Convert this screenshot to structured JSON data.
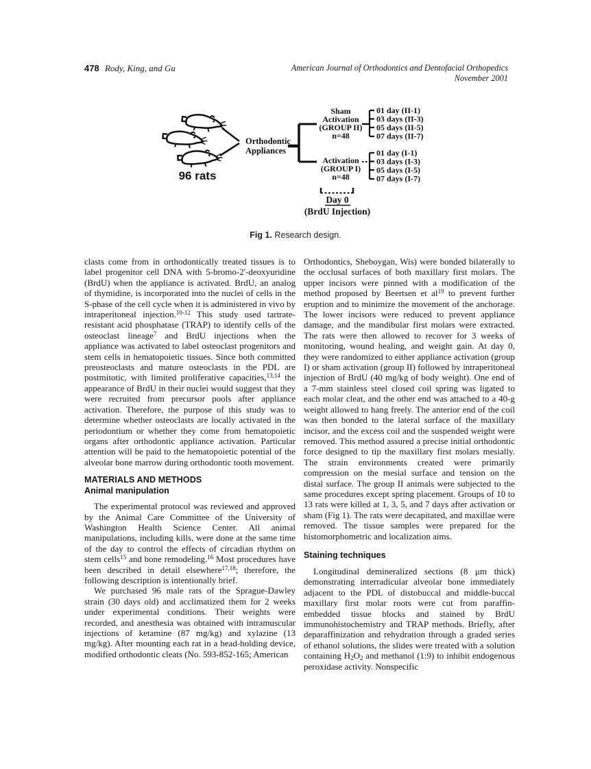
{
  "header": {
    "page_number": "478",
    "authors": "Rody, King, and Gu",
    "journal": "American Journal of Orthodontics and Dentofacial Orthopedics",
    "issue": "November 2001"
  },
  "figure": {
    "rats_label": "96 rats",
    "appliances_line1": "Orthodontic",
    "appliances_line2": "Appliances",
    "group2": {
      "line1": "Sham",
      "line2": "Activation",
      "line3": "(GROUP II)",
      "line4": "n=48",
      "items": [
        "01 day (II-1)",
        "03 days (II-3)",
        "05 days (II-5)",
        "07 days (II-7)"
      ]
    },
    "group1": {
      "line1": "Activation",
      "line2": "(GROUP I)",
      "line3": "n=48",
      "items": [
        "01 day (I-1)",
        "03 days (I-3)",
        "05 days (I-5)",
        "07 days (I-7)"
      ]
    },
    "day0_label": "Day 0",
    "day0_sub": "(BrdU Injection)",
    "caption_label": "Fig 1.",
    "caption_text": " Research design."
  },
  "content": {
    "left": {
      "p1": [
        "clasts come from in orthodontically treated tissues is to label progenitor cell DNA with 5-bromo-2'-deoxyuridine (BrdU) when the appliance is activated. BrdU, an analog of thymidine, is incorporated into the nuclei of cells in the S-phase of the cell cycle when it is administered in vivo by intraperitoneal injection.",
        {
          "tag": "sup",
          "text": "10-12"
        },
        " This study used tartrate-resistant acid phosphatase (TRAP) to identify cells of the osteoclast lineage",
        {
          "tag": "sup",
          "text": "7"
        },
        " and BrdU injections when the appliance was activated to label osteoclast progenitors and stem cells in hematopoietic tissues. Since both committed preosteoclasts and mature osteoclasts in the PDL are postmitotic, with limited proliferative capacities,",
        {
          "tag": "sup",
          "text": "13,14"
        },
        " the appearance of BrdU in their nuclei would suggest that they were recruited from precursor pools after appliance activation. Therefore, the purpose of this study was to determine whether osteoclasts are locally activated in the periodontium or whether they come from hematopoietic organs after orthodontic appliance activation. Particular attention will be paid to the hematopoietic potential of the alveolar bone marrow during orthodontic tooth movement."
      ],
      "heading_materials": "MATERIALS AND METHODS",
      "heading_animal": "Animal manipulation",
      "p2": [
        "The experimental protocol was reviewed and approved by the Animal Care Committee of the University of Washington Health Science Center. All animal manipulations, including kills, were done at the same time of the day to control the effects of circadian rhythm on stem cells",
        {
          "tag": "sup",
          "text": "15"
        },
        " and bone remodeling.",
        {
          "tag": "sup",
          "text": "16"
        },
        " Most procedures have been described in detail elsewhere",
        {
          "tag": "sup",
          "text": "17,18"
        },
        "; therefore, the following description is intentionally brief."
      ],
      "p3": [
        "We purchased 96 male rats of the Sprague-Dawley strain (30 days old) and acclimatized them for 2 weeks under experimental conditions. Their weights were recorded, and anesthesia was obtained with intramuscular injections of ketamine (87 mg/kg) and xylazine (13 mg/kg). After mounting each rat in a head-holding device, modified orthodontic cleats (No. 593-852-165; American"
      ]
    },
    "right": {
      "p4": [
        "Orthodontics, Sheboygan, Wis) were bonded bilaterally to the occlusal surfaces of both maxillary first molars. The upper incisors were pinned with a modification of the method proposed by Beertsen et al",
        {
          "tag": "sup",
          "text": "19"
        },
        " to prevent further eruption and to minimize the movement of the anchorage. The lower incisors were reduced to prevent appliance damage, and the mandibular first molars were extracted. The rats were then allowed to recover for 3 weeks of monitoring, wound healing, and weight gain. At day 0, they were randomized to either appliance activation (group I) or sham activation (group II) followed by intraperitoneal injection of BrdU (40 mg/kg of body weight). One end of a 7-mm stainless steel closed coil spring was ligated to each molar cleat, and the other end was attached to a 40-g weight allowed to hang freely. The anterior end of the coil was then bonded to the lateral surface of the maxillary incisor, and the excess coil and the suspended weight were removed. This method assured a precise initial orthodontic force designed to tip the maxillary first molars mesially. The strain environments created were primarily compression on the mesial surface and tension on the distal surface. The group II animals were subjected to the same procedures except spring placement. Groups of 10 to 13 rats were killed at 1, 3, 5, and 7 days after activation or sham (Fig 1). The rats were decapitated, and maxillae were removed. The tissue samples were prepared for the histomorphometric and localization aims."
      ],
      "heading_staining": "Staining techniques",
      "p5": [
        "Longitudinal demineralized sections (8 μm thick) demonstrating interradicular alveolar bone immediately adjacent to the PDL of distobuccal and middle-buccal maxillary first molar roots were cut from paraffin-embedded tissue blocks and stained by BrdU immunohistochemistry and TRAP methods. Briefly, after deparaffinization and rehydration through a graded series of ethanol solutions, the slides were treated with a solution containing H",
        {
          "tag": "sub",
          "text": "2"
        },
        "O",
        {
          "tag": "sub",
          "text": "2"
        },
        " and methanol (1:9) to inhibit endogenous peroxidase activity. Nonspecific"
      ]
    }
  }
}
